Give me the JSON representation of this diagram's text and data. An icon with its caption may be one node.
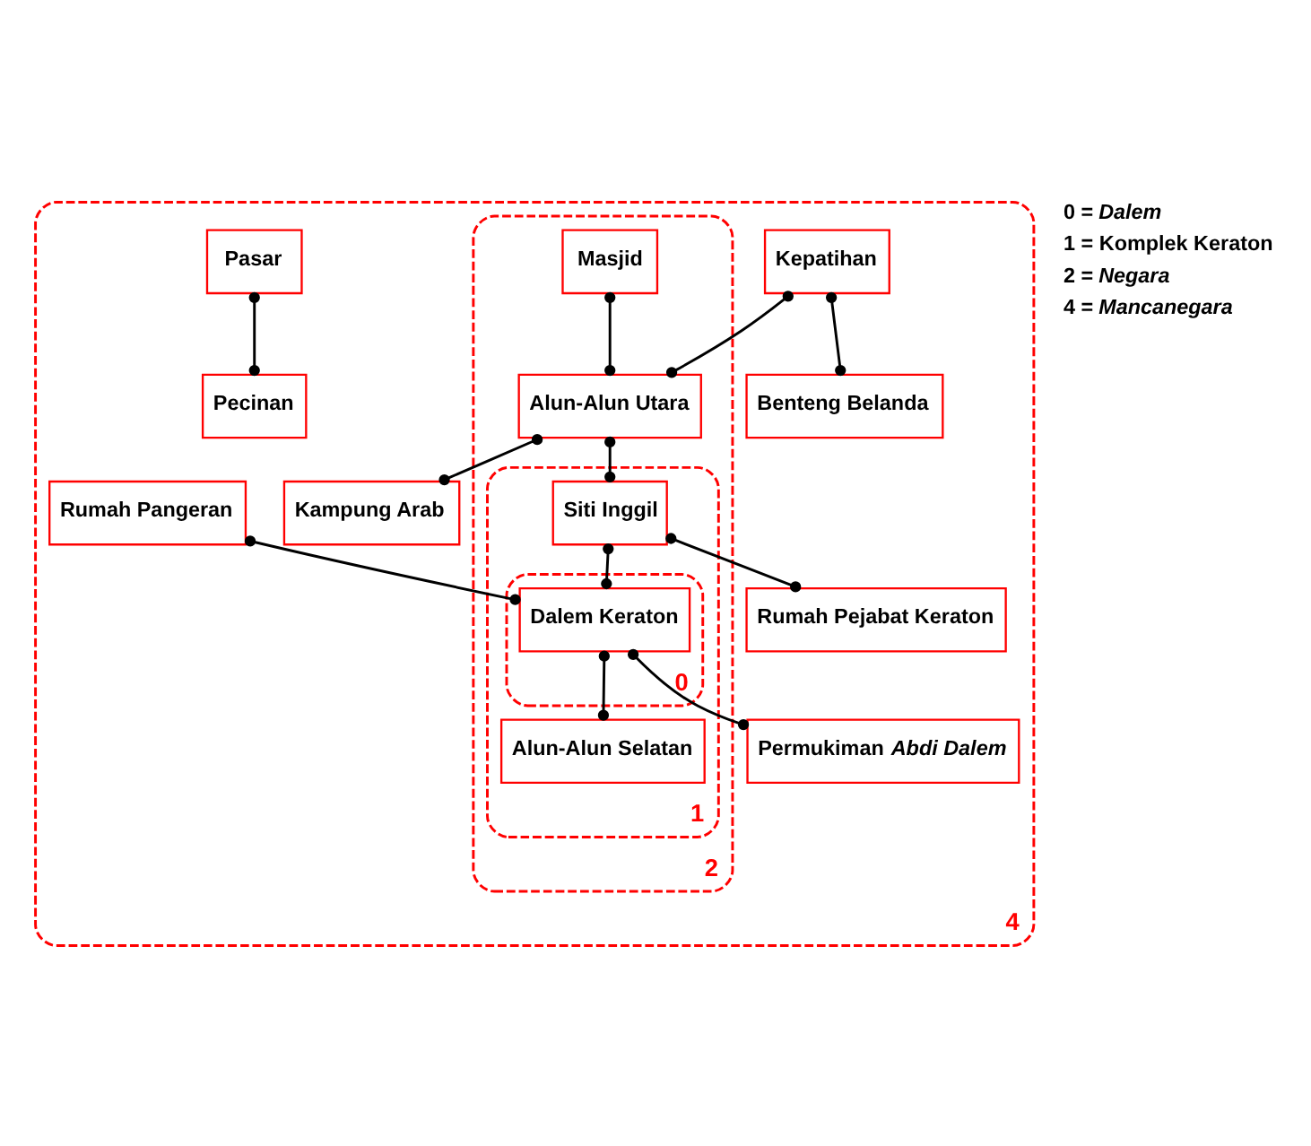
{
  "diagram": {
    "nodes": [
      {
        "text": [
          "4"
        ]
      },
      {
        "text": [
          "2"
        ],
        "in": 0
      },
      {
        "text": [
          "1"
        ],
        "in": 1
      },
      {
        "text": [
          "0"
        ],
        "in": 2
      },
      {
        "text": [
          "Kepatihan"
        ],
        "in": 0
      },
      {
        "text": [
          "Benteng Belanda"
        ],
        "in": 0
      },
      {
        "text": [
          "Pasar"
        ],
        "in": 0
      },
      {
        "text": [
          "Pecinan"
        ],
        "in": 0
      },
      {
        "text": [
          "Kampung Arab"
        ],
        "in": 0
      },
      {
        "text": [
          "Masjid"
        ],
        "in": 1
      },
      {
        "text": [
          "Alun-Alun Utara"
        ],
        "in": 1
      },
      {
        "text": [
          "Siti Inggil"
        ],
        "in": 2
      },
      {
        "text": [
          "Rumah Pejabat Keraton"
        ],
        "in": 0
      },
      {
        "text": [
          "Rumah Pangeran"
        ],
        "in": 0
      },
      {
        "text": [
          "Dalem Keraton"
        ],
        "in": 3
      },
      {
        "text": [
          "Permukiman *Abdi Dalem*"
        ],
        "in": 0
      },
      {
        "text": [
          "Alun-Alun Selatan"
        ],
        "in": 2
      }
    ],
    "edges": [
      {
        "from": 4,
        "to": 5,
        "arrow": "other"
      },
      {
        "from": 4,
        "to": 10,
        "arrow": "other"
      },
      {
        "from": 6,
        "to": 7,
        "arrow": "other"
      },
      {
        "from": 9,
        "to": 10,
        "arrow": "other"
      },
      {
        "from": 10,
        "to": 8,
        "arrow": "other"
      },
      {
        "from": 10,
        "to": 11,
        "arrow": "other"
      },
      {
        "from": 11,
        "to": 12,
        "arrow": "other"
      },
      {
        "from": 11,
        "to": 14,
        "arrow": "other"
      },
      {
        "from": 13,
        "to": 14,
        "arrow": "other"
      },
      {
        "from": 14,
        "to": 15,
        "arrow": "other"
      },
      {
        "from": 14,
        "to": 16,
        "arrow": "other"
      }
    ],
    "labels": [
      "0 = *Dalem*",
      "1 = Komplek Keraton",
      "2 = *Negara*",
      "4 = *Mancanegara*"
    ]
  }
}
